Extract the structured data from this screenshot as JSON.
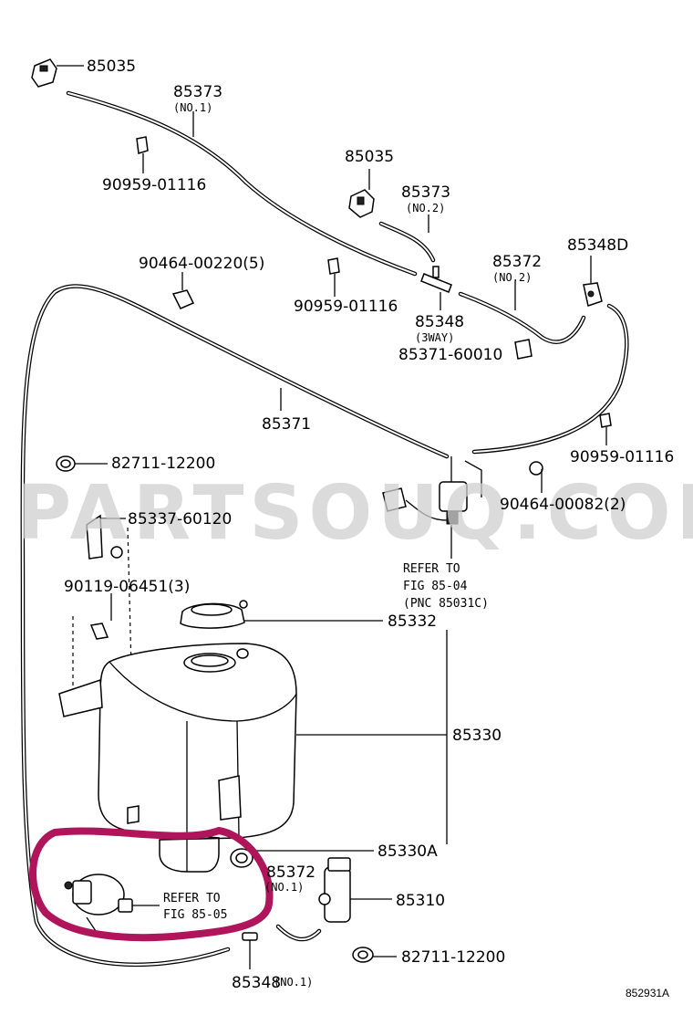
{
  "watermark": "PARTSOUQ.COM",
  "diagram_code": "852931A",
  "labels": {
    "p85035_a": "85035",
    "p85373_a": "85373",
    "p85373_a_sub": "(NO.1)",
    "p90959_a": "90959-01116",
    "p85035_b": "85035",
    "p85373_b": "85373",
    "p85373_b_sub": "(NO.2)",
    "p90464_a": "90464-00220(5)",
    "p85372_a": "85372",
    "p85372_a_sub": "(NO.2)",
    "p85348D": "85348D",
    "p90959_b": "90959-01116",
    "p85348_a": "85348",
    "p85348_a_sub": "(3WAY)",
    "p85371_60010": "85371-60010",
    "p85371": "85371",
    "p82711_a": "82711-12200",
    "p90959_c": "90959-01116",
    "p85337": "85337-60120",
    "p90464_b": "90464-00082(2)",
    "p90119": "90119-06451(3)",
    "ref1_line1": "REFER TO",
    "ref1_line2": "FIG 85-04",
    "ref1_line3": "(PNC 85031C)",
    "p85332": "85332",
    "p85330": "85330",
    "p85330A": "85330A",
    "p85372_b": "85372",
    "p85372_b_sub": "(NO.1)",
    "ref2_line1": "REFER TO",
    "ref2_line2": "FIG 85-05",
    "p85310": "85310",
    "p82711_b": "82711-12200",
    "p85348_b": "85348",
    "p85348_b_sub": "(NO.1)"
  },
  "colors": {
    "highlight": "#b0145a",
    "watermark": "#cfcfcf"
  }
}
